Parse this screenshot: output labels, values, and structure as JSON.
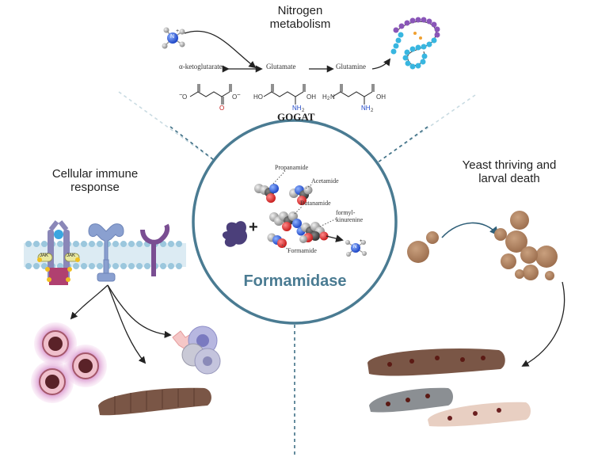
{
  "nitrogen": {
    "title": "Nitrogen\nmetabolism",
    "alpha_kg": "α-ketoglutarate",
    "glutamate": "Glutamate",
    "glutamine": "Glutamine",
    "gogat": "GOGAT",
    "chem": {
      "o_minus": "O",
      "minus": "−",
      "o": "O",
      "ho": "HO",
      "oh": "OH",
      "nh2": "NH",
      "two": "2",
      "h2n": "H",
      "n": "N",
      "h": "H",
      "plus": "+"
    }
  },
  "immune": {
    "title": "Cellular immune\nresponse",
    "jak": "JAK"
  },
  "yeast": {
    "title": "Yeast thriving and\nlarval death"
  },
  "center": {
    "title": "Formamidase",
    "propanamide": "Propanamide",
    "acetamide": "Acetamide",
    "butanamide": "Butanamide",
    "formyl_kinurenine": "formyl-\nkinurenine",
    "formamide": "Formamide",
    "plus": "+",
    "nh4_n": "N",
    "nh4_h": "H",
    "nh4_plus": "+"
  },
  "colors": {
    "teal": "#4a7b92",
    "circle_stroke": "#4a7b92",
    "dashed": "#3f6f85",
    "enzyme": "#4b3f7a",
    "receptor": "#8aa0d0",
    "larva": "#7a5646",
    "yeast": "#b08465",
    "hemocyte_pink": "#d58fc9"
  }
}
